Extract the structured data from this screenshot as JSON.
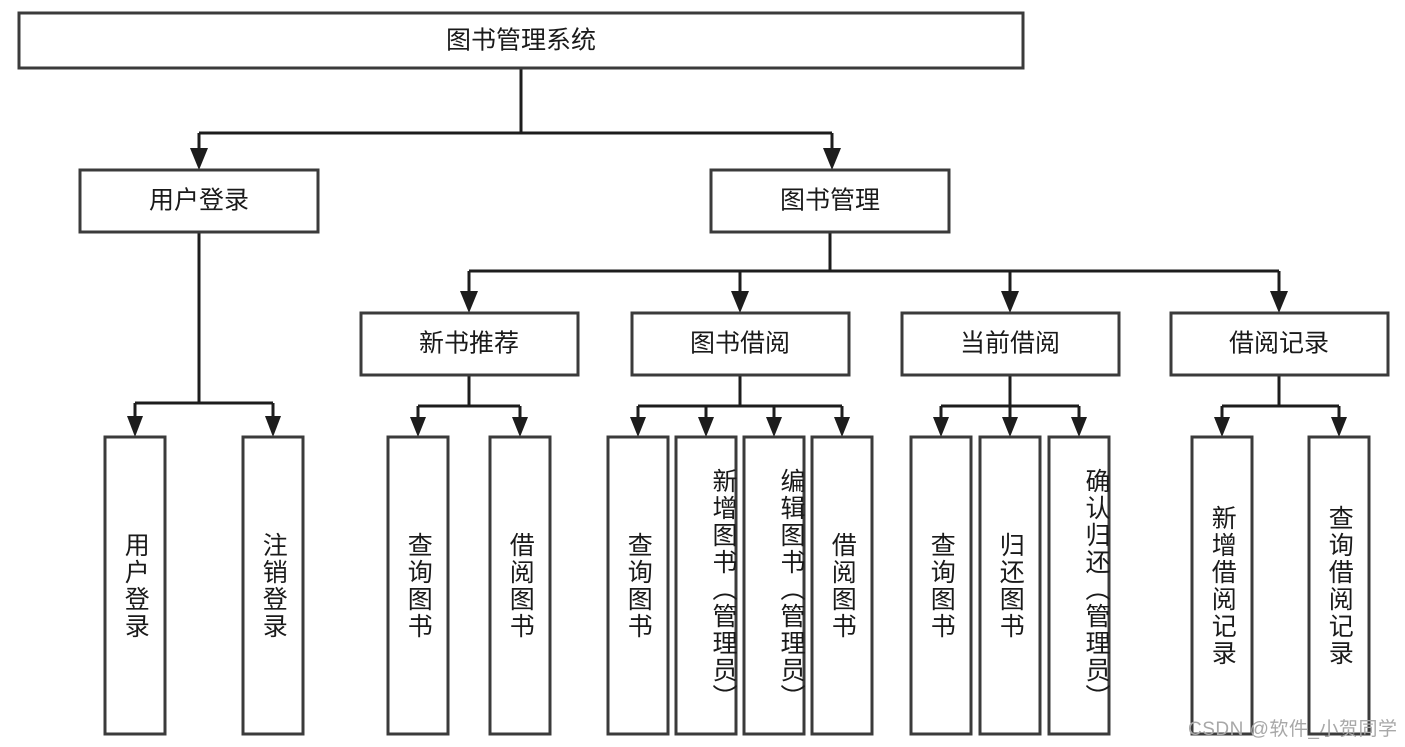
{
  "diagram": {
    "title": "图书管理系统",
    "watermark": "CSDN @软件_小贺同学",
    "colors": {
      "box_stroke": "#3b3b3b",
      "connector": "#1d1d1d",
      "background": "#ffffff",
      "text": "#1a1a1a",
      "watermark": "#a8a8a8"
    },
    "levels": {
      "root": {
        "label": "图书管理系统"
      },
      "level2": [
        {
          "label": "用户登录"
        },
        {
          "label": "图书管理"
        }
      ],
      "level3": [
        {
          "label": "新书推荐"
        },
        {
          "label": "图书借阅"
        },
        {
          "label": "当前借阅"
        },
        {
          "label": "借阅记录"
        }
      ],
      "leaves": [
        {
          "label": "用户登录",
          "parent": "用户登录"
        },
        {
          "label": "注销登录",
          "parent": "用户登录"
        },
        {
          "label": "查询图书",
          "parent": "新书推荐"
        },
        {
          "label": "借阅图书",
          "parent": "新书推荐"
        },
        {
          "label": "查询图书",
          "parent": "图书借阅"
        },
        {
          "label": "新增图书（管理员）",
          "parent": "图书借阅"
        },
        {
          "label": "编辑图书（管理员）",
          "parent": "图书借阅"
        },
        {
          "label": "借阅图书",
          "parent": "图书借阅"
        },
        {
          "label": "查询图书",
          "parent": "当前借阅"
        },
        {
          "label": "归还图书",
          "parent": "当前借阅"
        },
        {
          "label": "确认归还（管理员）",
          "parent": "当前借阅"
        },
        {
          "label": "新增借阅记录",
          "parent": "借阅记录"
        },
        {
          "label": "查询借阅记录",
          "parent": "借阅记录"
        }
      ]
    }
  }
}
